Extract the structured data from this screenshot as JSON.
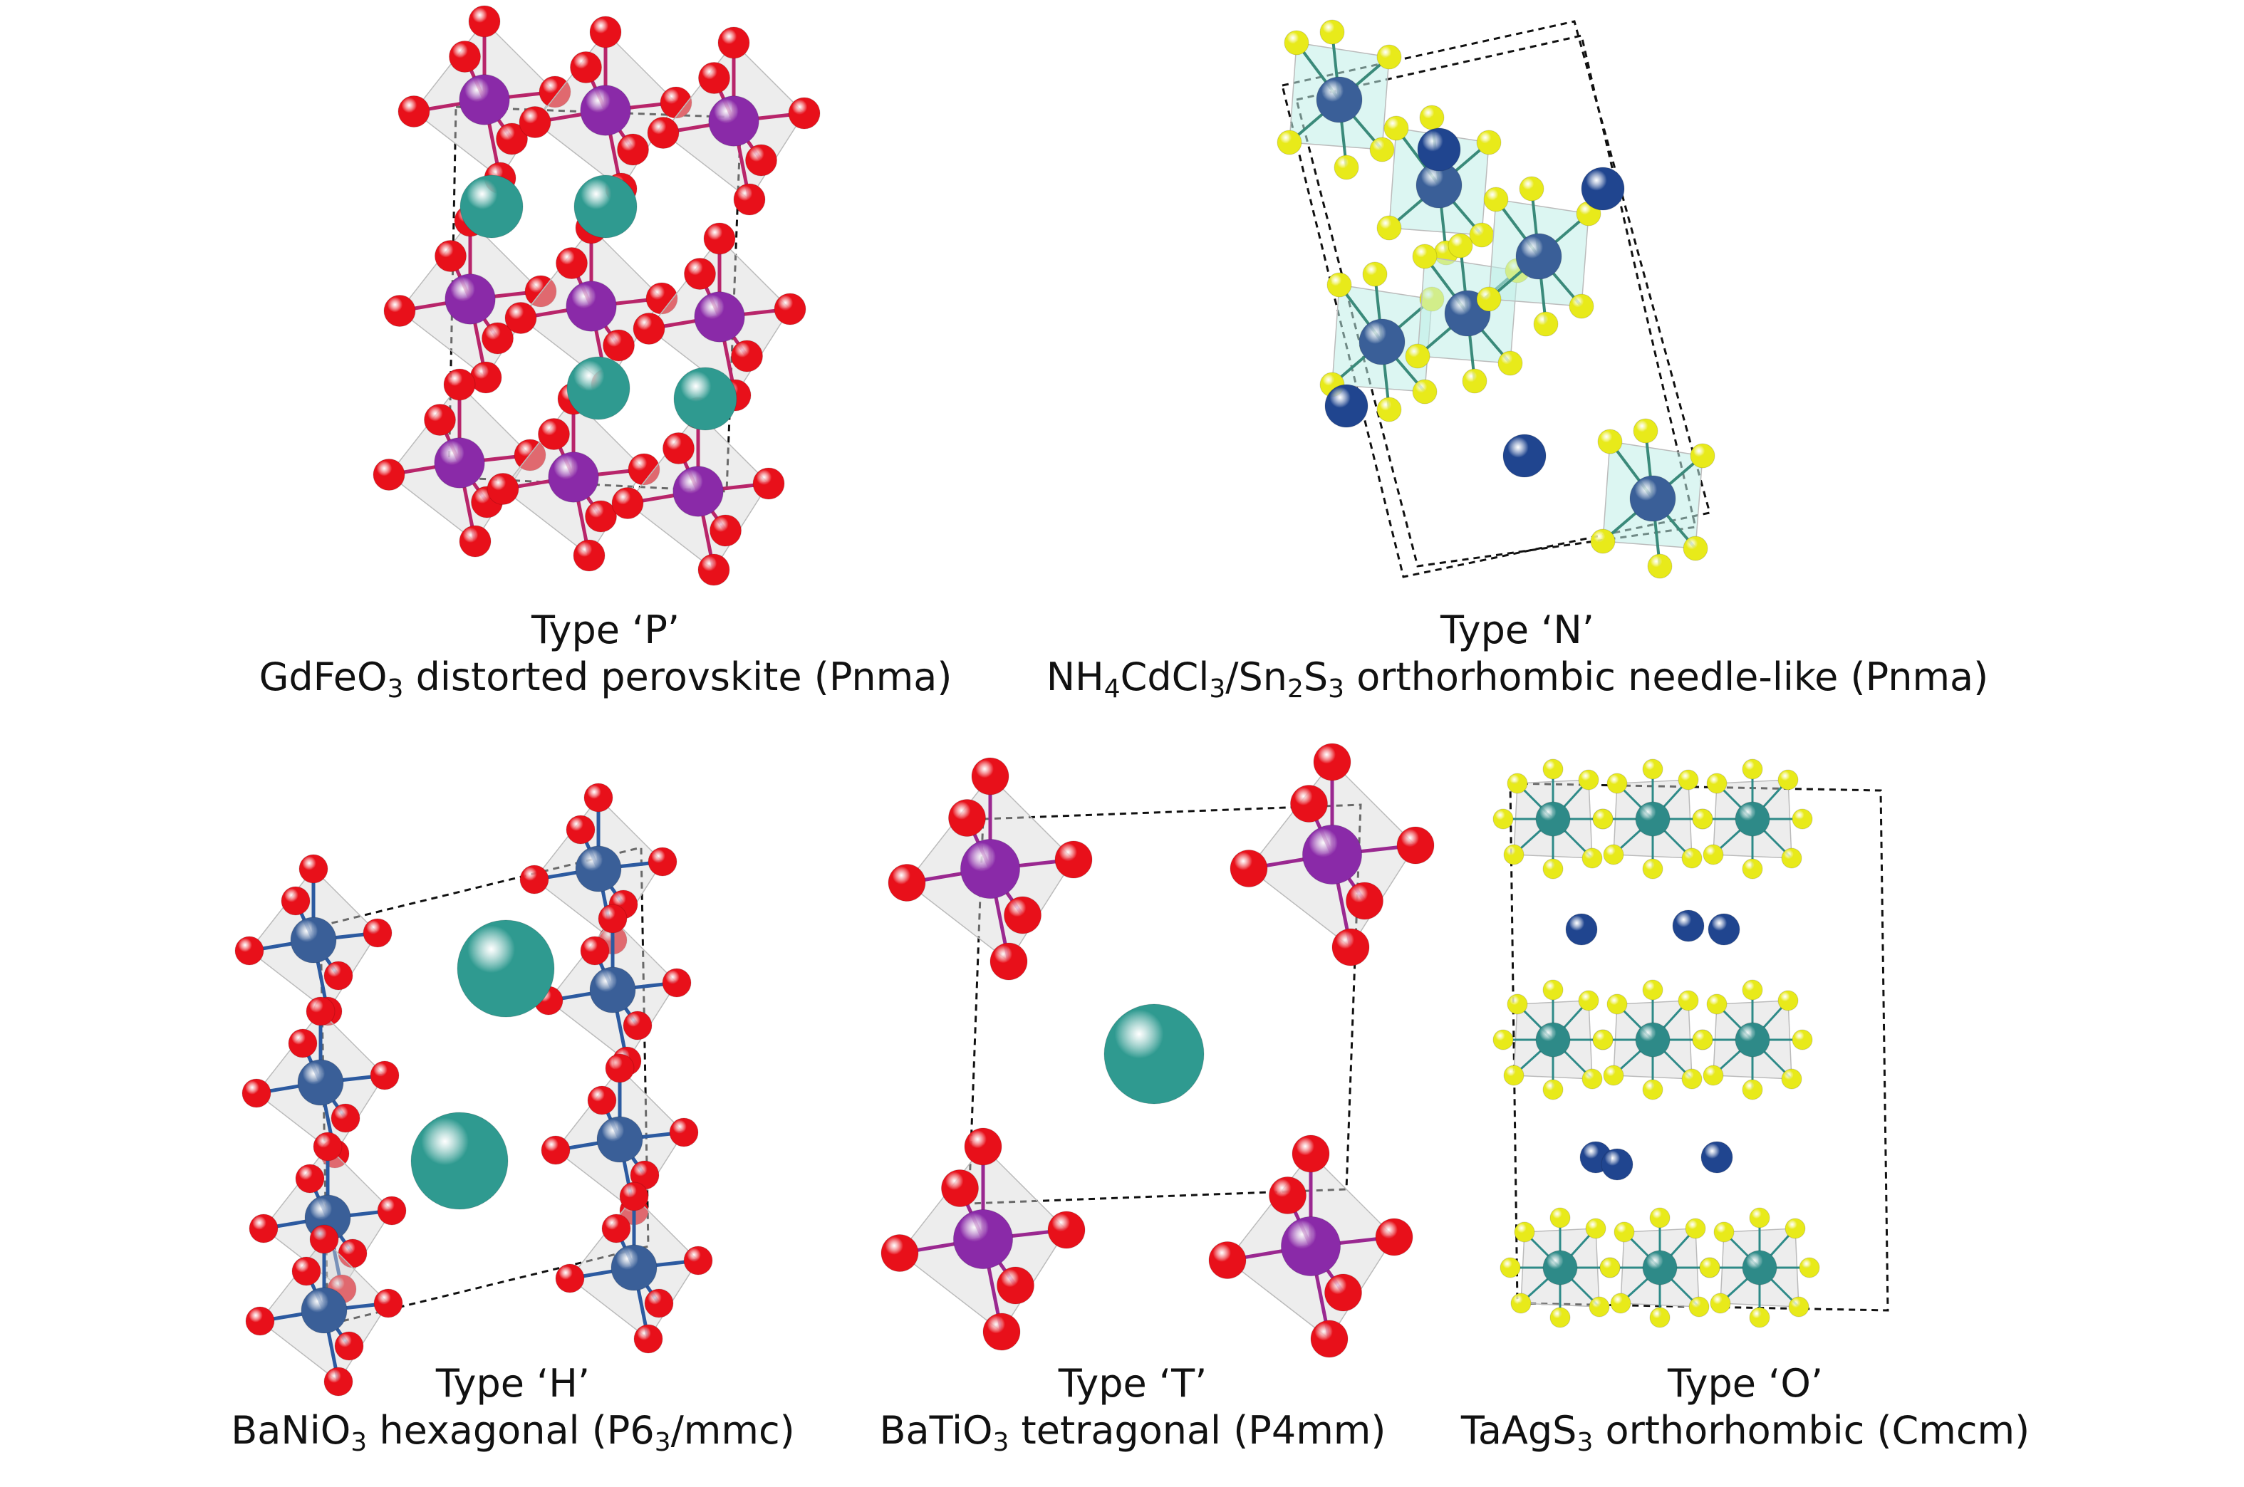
{
  "panels": [
    {
      "type_label": "Type ‘P’",
      "formula_parts": [
        "GdFeO",
        "3",
        " distorted perovskite (Pnma)"
      ]
    },
    {
      "type_label": "Type ‘N’",
      "formula_parts": [
        "NH",
        "4",
        "CdCl",
        "3",
        "/Sn",
        "2",
        "S",
        "3",
        " orthorhombic needle-like (Pnma)"
      ]
    },
    {
      "type_label": "Type ‘H’",
      "formula_parts": [
        "BaNiO",
        "3",
        " hexagonal (P6",
        "3",
        "/mmc)"
      ]
    },
    {
      "type_label": "Type ‘T’",
      "formula_parts": [
        "BaTiO",
        "3",
        " tetragonal (P4mm)"
      ]
    },
    {
      "type_label": "Type ‘O’",
      "formula_parts": [
        "TaAgS",
        "3",
        " orthorhombic (Cmcm)"
      ]
    }
  ],
  "colors": {
    "oxygen": "#e8101a",
    "sulfur": "#e8ea1a",
    "iron_titanium": "#8a2aa8",
    "nickel_cadmium": "#3a5f98",
    "a_site": "#2f9a90",
    "tantalum": "#2e8a88",
    "ammonium_silver": "#20458f",
    "polyhedra": "#d8d8d8",
    "needle_polyhedra": "#bfeee8",
    "unit_cell": "#111111"
  }
}
